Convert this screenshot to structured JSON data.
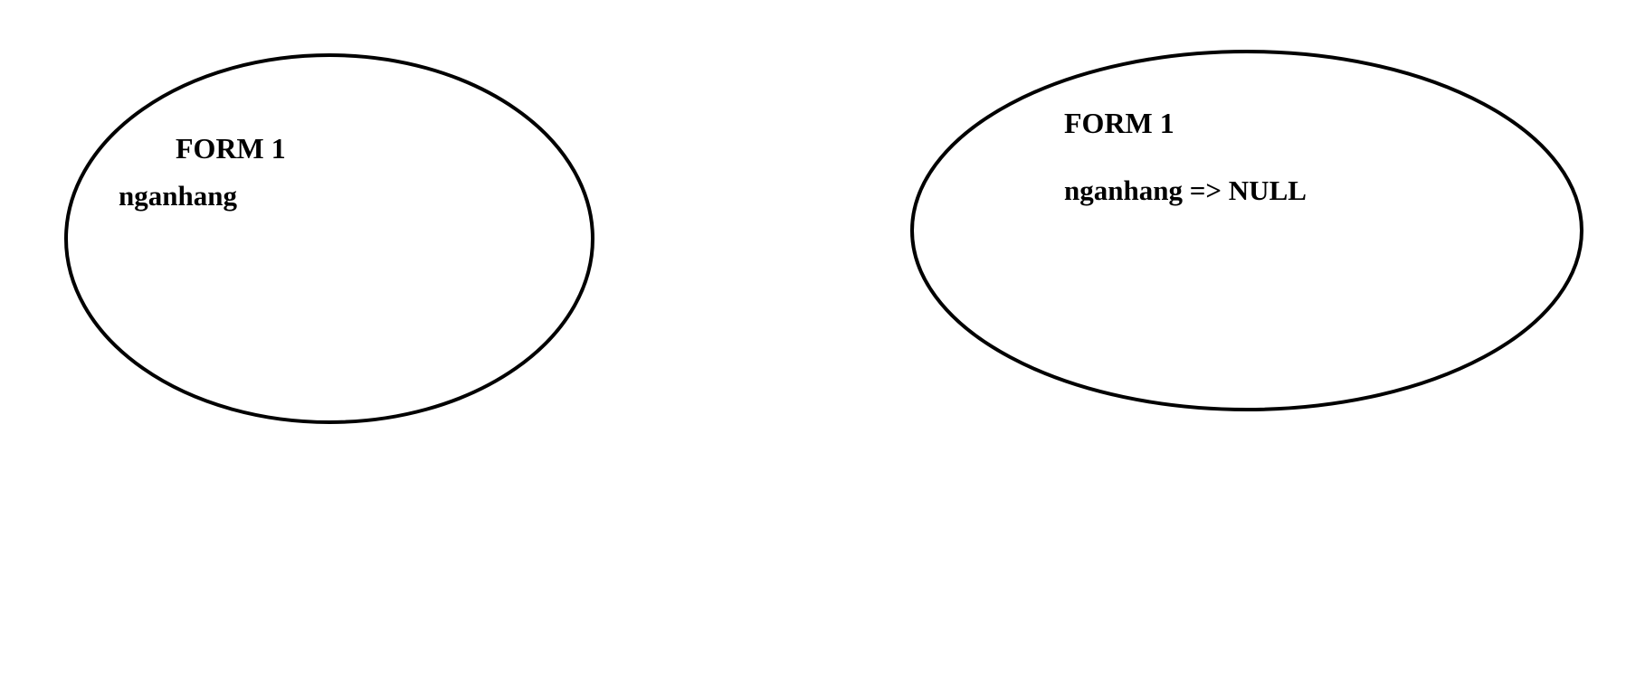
{
  "diagram": {
    "left_form": {
      "title": "FORM 1",
      "variable": "nganhang"
    },
    "right_form": {
      "title": "FORM 1",
      "variable": "nganhang => NULL"
    },
    "colors": {
      "background": "#ffffff",
      "stroke": "#000000",
      "text": "#000000"
    }
  }
}
